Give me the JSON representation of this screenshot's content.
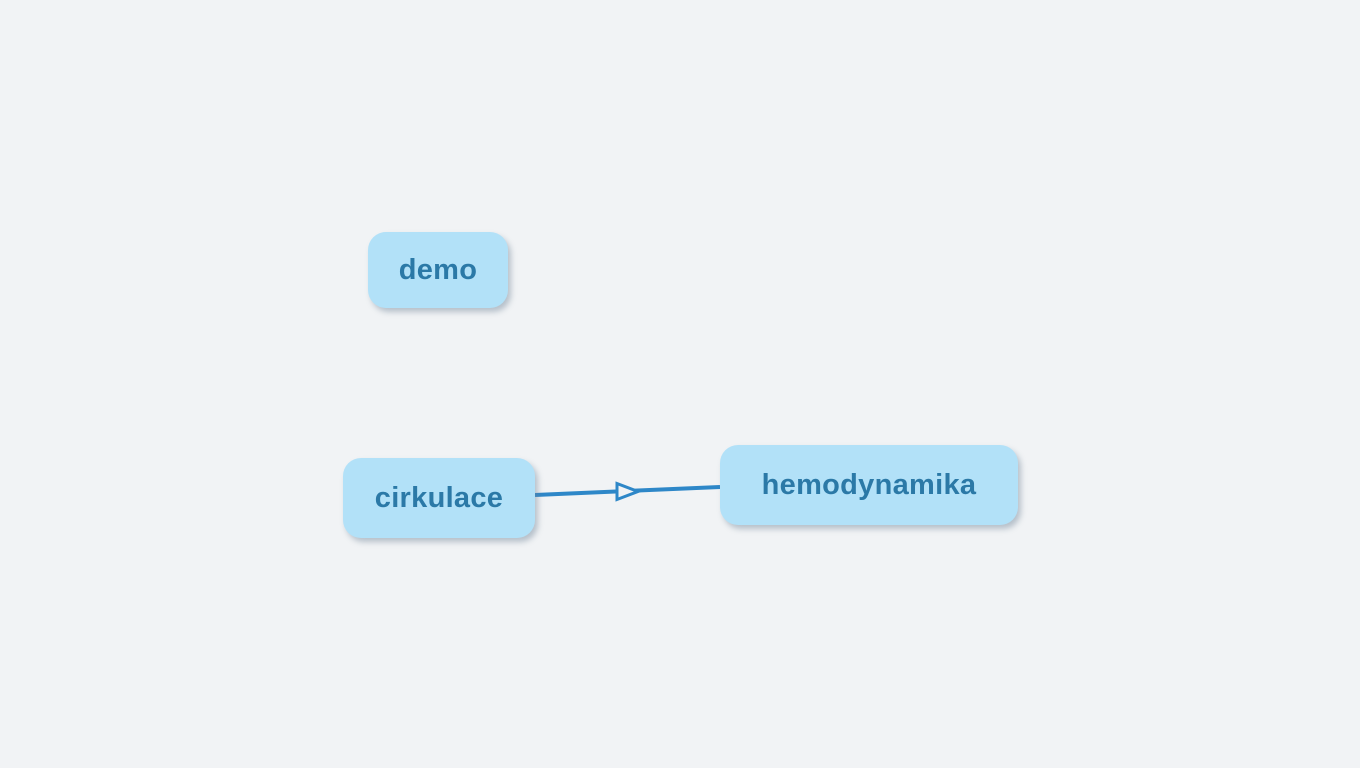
{
  "diagram": {
    "type": "mindmap",
    "nodes": [
      {
        "label": "demo"
      },
      {
        "label": "cirkulace"
      },
      {
        "label": "hemodynamika"
      }
    ],
    "edges": [
      {
        "from": "cirkulace",
        "to": "hemodynamika",
        "arrow_style": "hollow-triangle-midline",
        "direction": "right"
      }
    ],
    "colors": {
      "background": "#f1f3f5",
      "node_fill": "#b2e1f8",
      "node_text": "#2b79a7",
      "edge": "#2e87c8"
    }
  }
}
